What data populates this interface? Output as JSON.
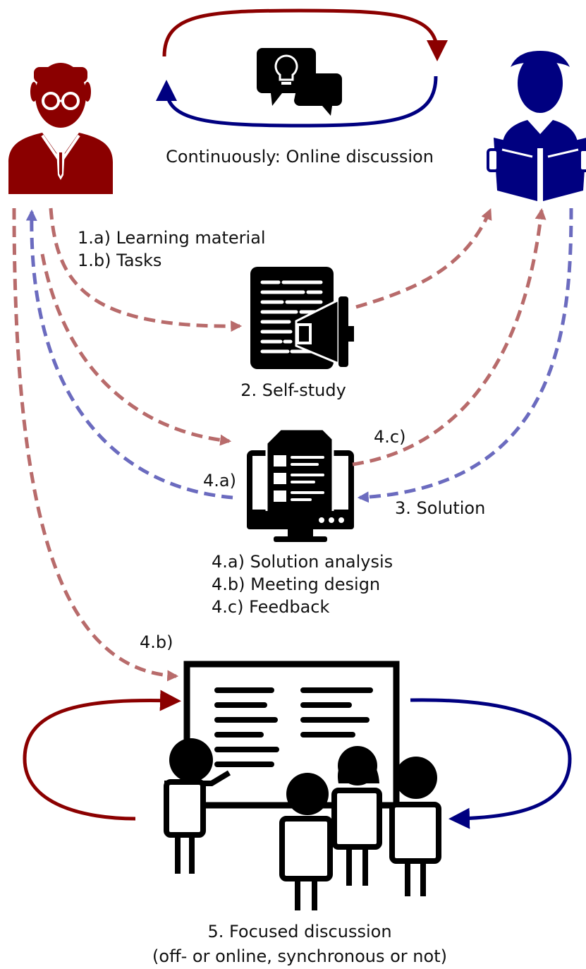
{
  "colors": {
    "teacher": "#8b0000",
    "student": "#000080",
    "teacher_arrow": "#b86b6b",
    "student_arrow": "#6b6bbf",
    "icon": "#000000"
  },
  "icons": {
    "teacher": "teacher-person-icon",
    "student": "student-reading-icon",
    "chat": "chat-bubbles-lightbulb-icon",
    "self_study": "document-megaphone-icon",
    "computer": "computer-document-icon",
    "classroom": "whiteboard-group-icon"
  },
  "labels": {
    "online_discussion": "Continuously: Online discussion",
    "learning_material": "1.a) Learning material",
    "tasks": "1.b) Tasks",
    "self_study": "2. Self-study",
    "step_4c": "4.c)",
    "step_4a": "4.a)",
    "solution": "3. Solution",
    "solution_analysis": "4.a) Solution analysis",
    "meeting_design": "4.b) Meeting design",
    "feedback": "4.c) Feedback",
    "step_4b": "4.b)",
    "focused_discussion": "5. Focused discussion",
    "focused_discussion_sub": "(off- or online, synchronous or not)"
  }
}
